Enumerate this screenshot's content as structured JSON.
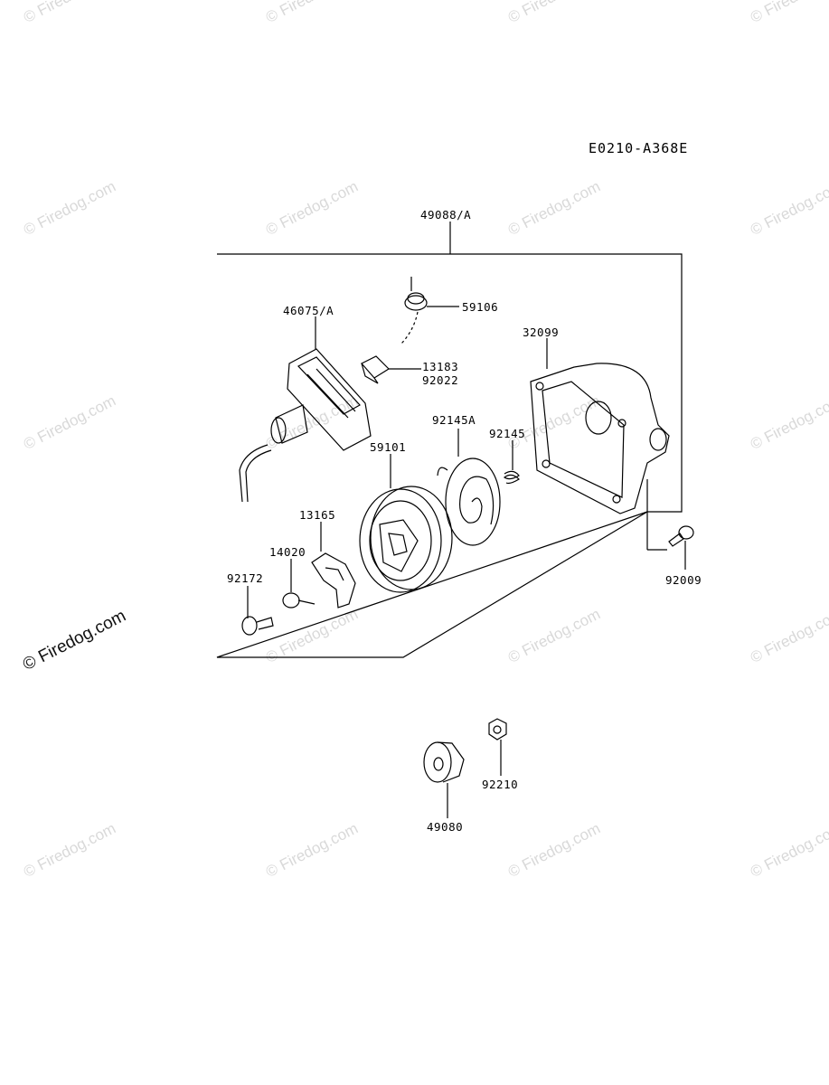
{
  "diagram_code": "E0210-A368E",
  "watermark": "© Firedog.com",
  "watermark_prominent": "© Firedog.com",
  "parts": {
    "assembly": "49088/A",
    "handle": "46075/A",
    "rope": "59106",
    "case": "32099",
    "bushing": "13183",
    "cap": "92022",
    "spring_cover": "92145A",
    "spring": "92145",
    "pulley": "59101",
    "ratchet": "13165",
    "spring_small": "14020",
    "screw": "92172",
    "bolt": "92009",
    "pulley_drive": "49080",
    "nut": "92210"
  }
}
